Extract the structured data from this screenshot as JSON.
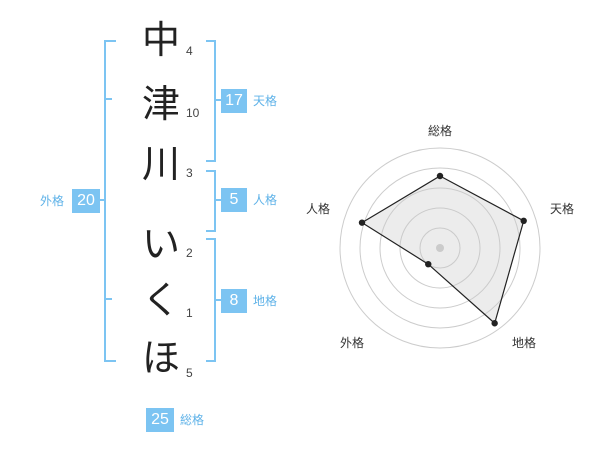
{
  "name": {
    "characters": [
      {
        "char": "中",
        "strokes": "4"
      },
      {
        "char": "津",
        "strokes": "10"
      },
      {
        "char": "川",
        "strokes": "3"
      },
      {
        "char": "い",
        "strokes": "2"
      },
      {
        "char": "く",
        "strokes": "1"
      },
      {
        "char": "ほ",
        "strokes": "5"
      }
    ]
  },
  "kaku": {
    "tenkaku": {
      "value": "17",
      "label": "天格"
    },
    "jinkaku": {
      "value": "5",
      "label": "人格"
    },
    "chikaku": {
      "value": "8",
      "label": "地格"
    },
    "gaikaku": {
      "value": "20",
      "label": "外格"
    },
    "soukaku": {
      "value": "25",
      "label": "総格"
    }
  },
  "radar": {
    "labels": [
      "総格",
      "天格",
      "地格",
      "外格",
      "人格"
    ],
    "values": [
      0.72,
      0.88,
      0.93,
      0.2,
      0.82
    ],
    "accent": "#7cc4f2",
    "fill": "#eeeeee"
  }
}
